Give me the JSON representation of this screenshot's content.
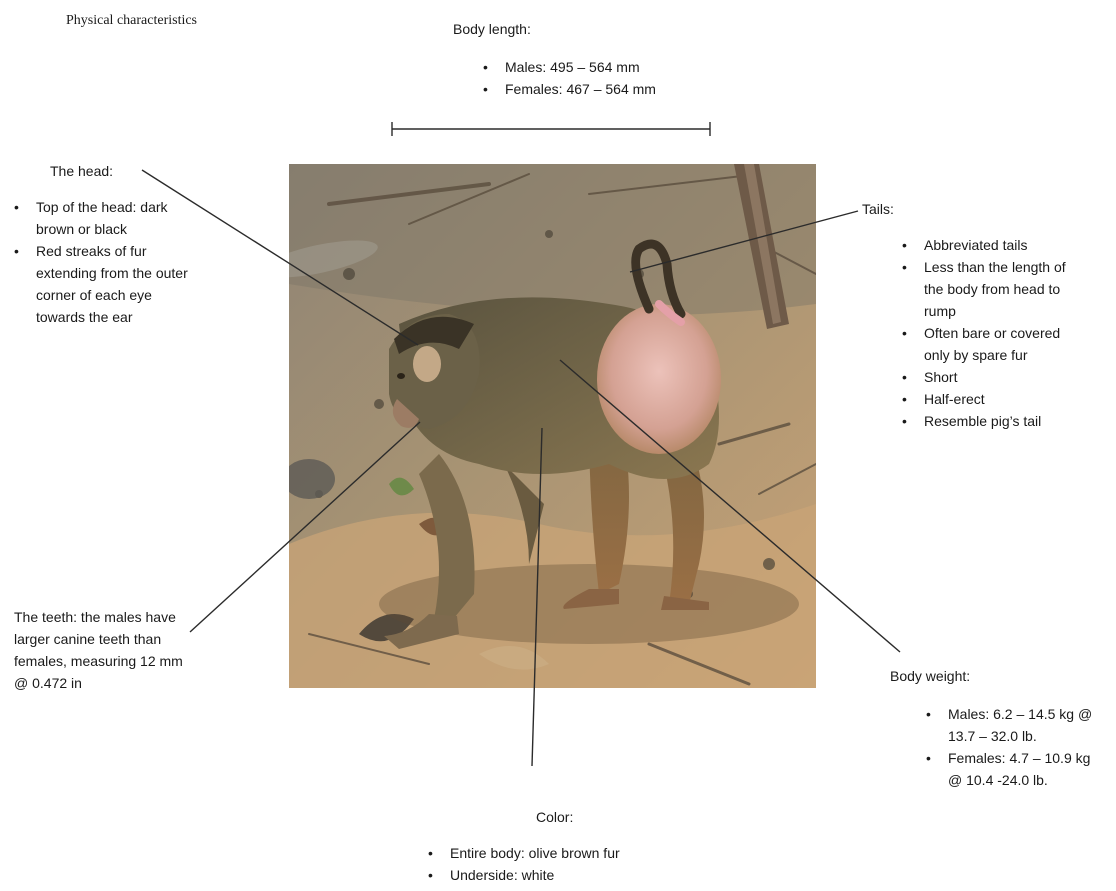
{
  "doc_title": "Physical characteristics",
  "body_length": {
    "heading": "Body length:",
    "items": [
      "Males: 495 – 564 mm",
      "Females: 467 – 564 mm"
    ]
  },
  "head": {
    "heading": "The head:",
    "items": [
      "Top of the head: dark brown or black",
      "Red streaks of fur extending from the outer corner of each eye towards the ear"
    ]
  },
  "tails": {
    "heading": "Tails:",
    "items": [
      "Abbreviated tails",
      "Less than the length of the body from head to rump",
      "Often bare or covered only by spare fur",
      "Short",
      "Half-erect",
      "Resemble pig’s tail"
    ]
  },
  "teeth": {
    "text": "The teeth: the males have larger canine teeth than females, measuring 12 mm @ 0.472 in"
  },
  "body_weight": {
    "heading": "Body weight:",
    "items": [
      "Males: 6.2 – 14.5 kg @ 13.7 – 32.0 lb.",
      "Females: 4.7 – 10.9 kg @ 10.4 -24.0 lb."
    ]
  },
  "color": {
    "heading": "Color:",
    "items": [
      "Entire body: olive brown fur",
      "Underside: white"
    ]
  },
  "colors": {
    "text": "#1a1a1a",
    "lines": "#2b2b2b",
    "ground": "#b59c78",
    "fur_olive": "#6d6248",
    "rump_pink": "#d9a49c"
  }
}
